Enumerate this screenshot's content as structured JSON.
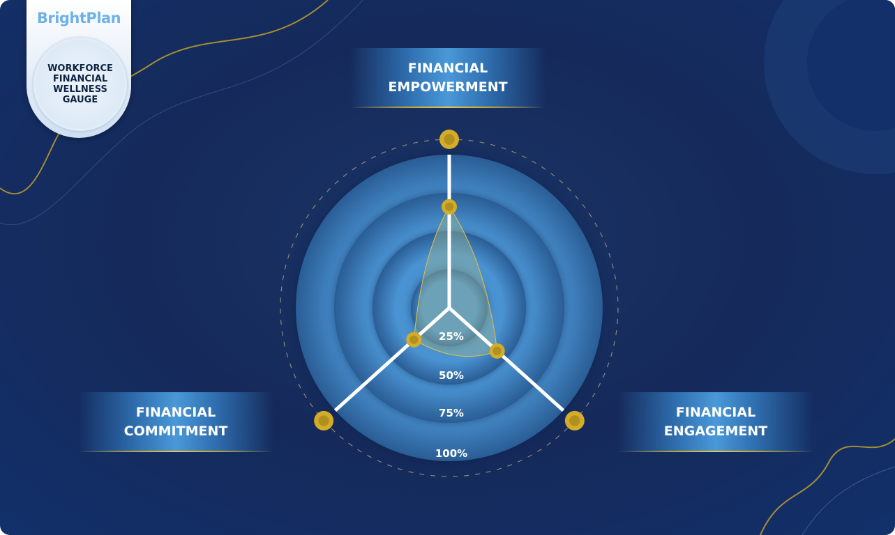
{
  "brand": {
    "logo": "BrightPlan",
    "seal_title": "WORKFORCE FINANCIAL WELLNESS GAUGE"
  },
  "colors": {
    "accent_gold": "#d4ac2a",
    "ring_blue": "#4a93d2",
    "background": "#152a5a"
  },
  "chart_data": {
    "type": "radar",
    "axes": [
      "FINANCIAL EMPOWERMENT",
      "FINANCIAL ENGAGEMENT",
      "FINANCIAL COMMITMENT"
    ],
    "ring_labels": [
      "25%",
      "50%",
      "75%",
      "100%"
    ],
    "range": [
      0,
      100
    ],
    "values": [
      66,
      42,
      31
    ]
  }
}
